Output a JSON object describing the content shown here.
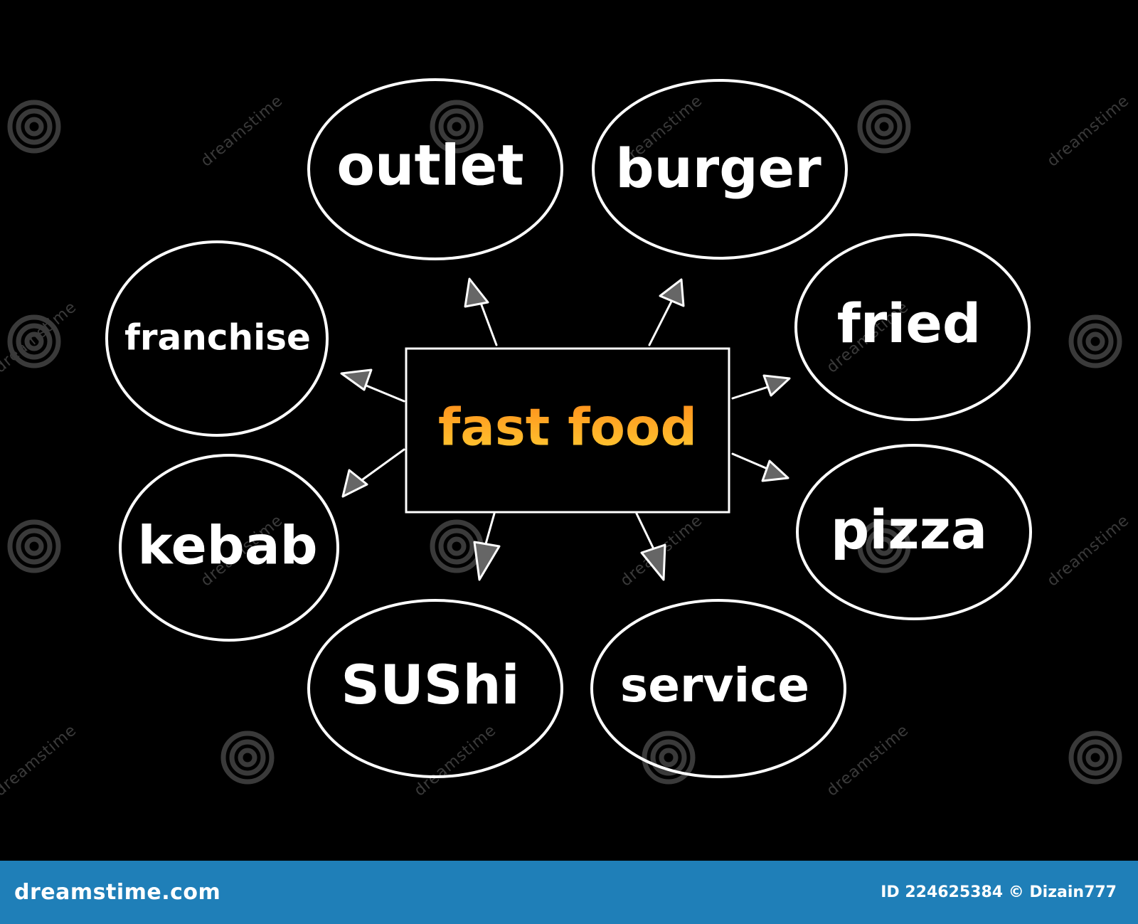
{
  "diagram": {
    "center": {
      "label": "fast food"
    },
    "nodes": [
      {
        "id": "outlet",
        "label": "outlet"
      },
      {
        "id": "burger",
        "label": "burger"
      },
      {
        "id": "fried",
        "label": "fried"
      },
      {
        "id": "pizza",
        "label": "pizza"
      },
      {
        "id": "service",
        "label": "service"
      },
      {
        "id": "sushi",
        "label": "SUShi"
      },
      {
        "id": "kebab",
        "label": "kebab"
      },
      {
        "id": "franchise",
        "label": "franchise"
      }
    ]
  },
  "watermark": {
    "text": "dreamstime"
  },
  "footer": {
    "brand": "dreamstime.com",
    "credit": "ID 224625384 © Dizain777"
  },
  "colors": {
    "background": "#000000",
    "outline": "#ffffff",
    "center_text_top": "#ff8c1a",
    "center_text_bottom": "#ffcc33",
    "footer_bar": "#1f7fb8"
  }
}
